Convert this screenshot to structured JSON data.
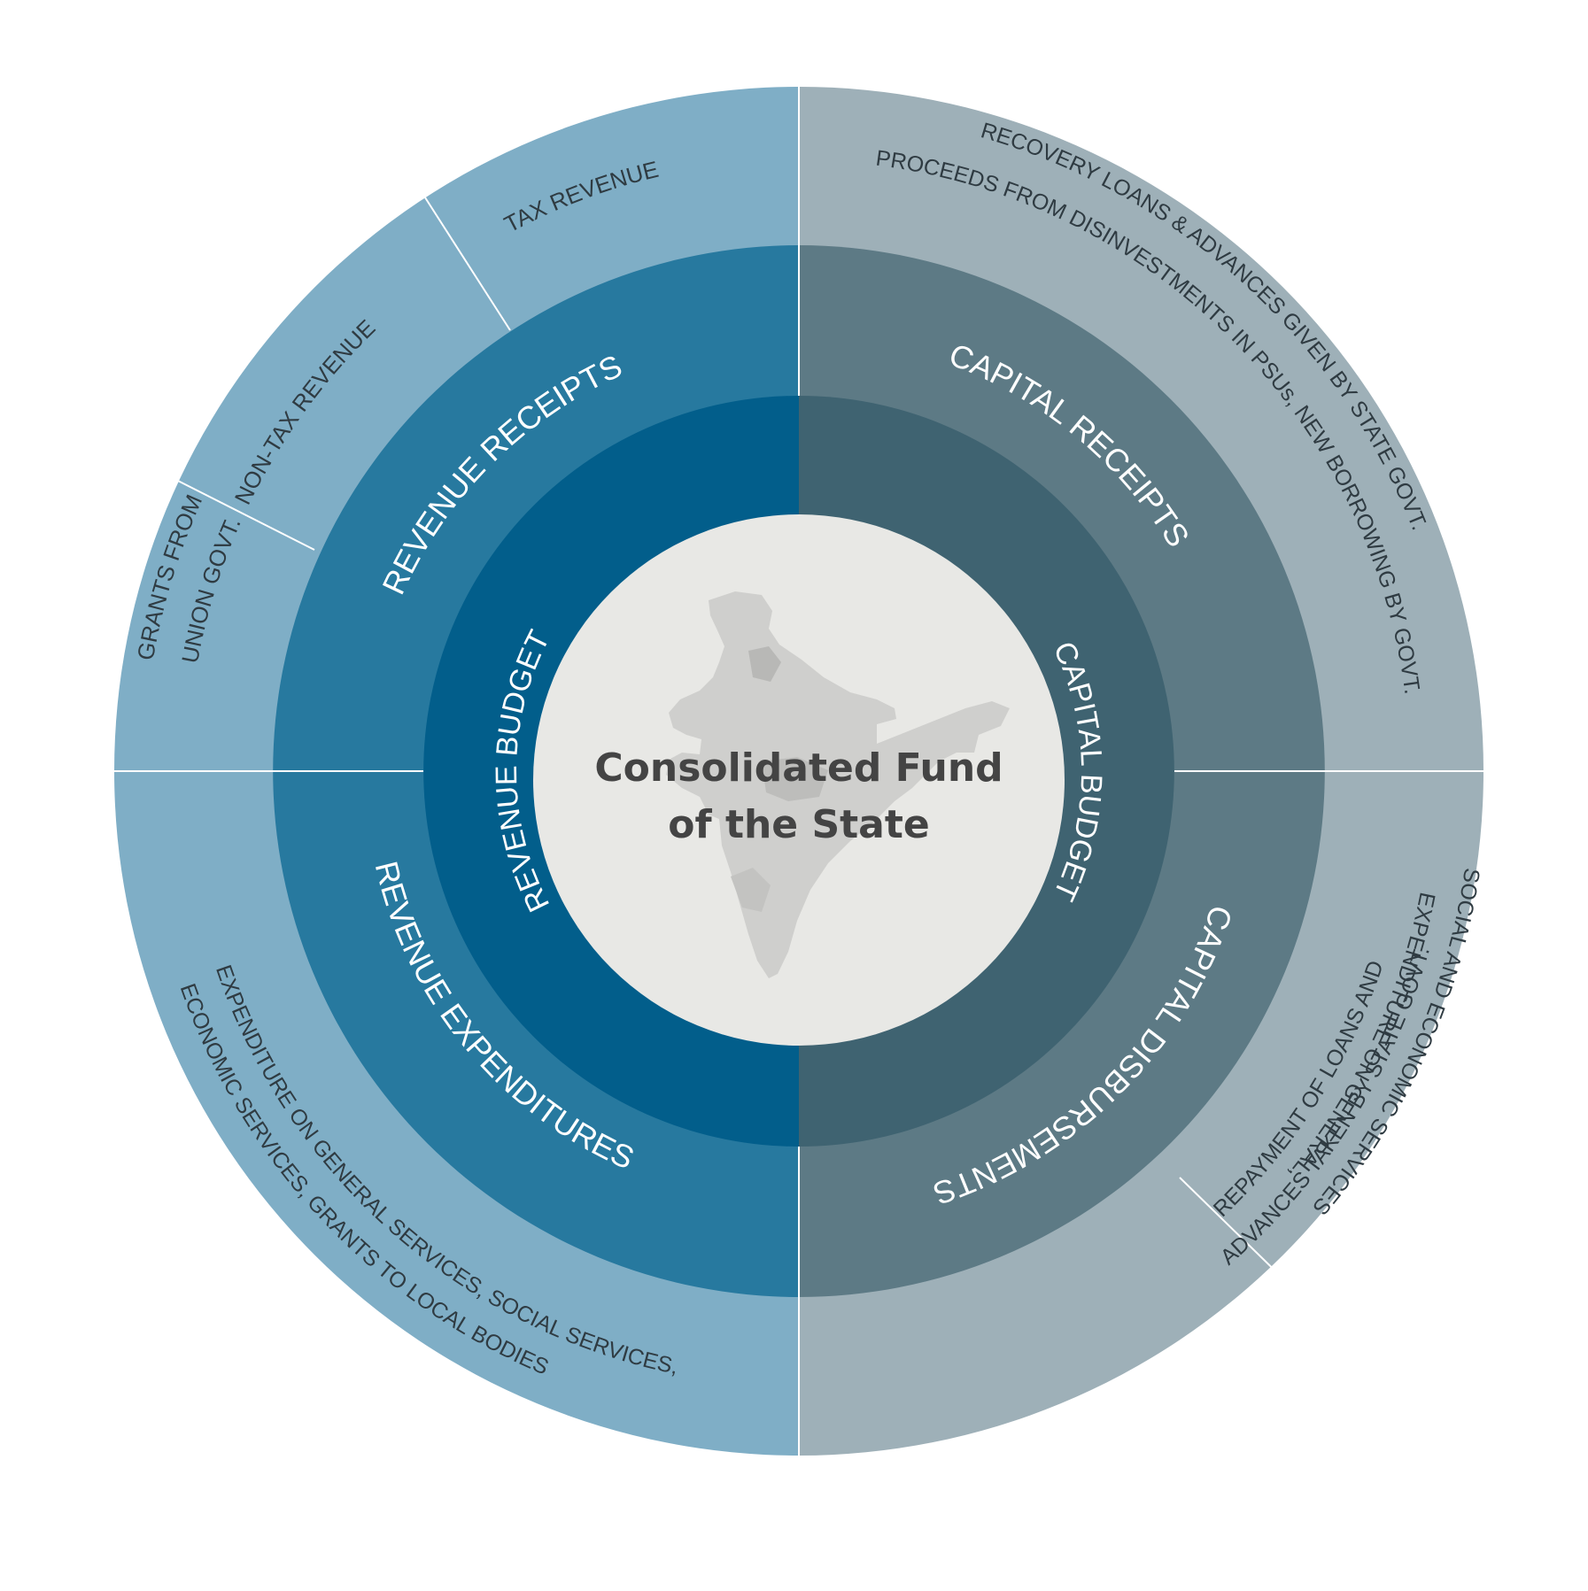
{
  "center": {
    "title_line1": "Consolidated Fund",
    "title_line2": "of the State"
  },
  "inner_ring": {
    "left": "REVENUE  BUDGET",
    "right": "CAPITAL  BUDGET"
  },
  "middle_ring": {
    "top_left": "REVENUE RECEIPTS",
    "bottom_left": "REVENUE  EXPENDITURES",
    "top_right": "CAPITAL RECEIPTS",
    "bottom_right": "CAPITAL  DISBURSEMENTS"
  },
  "outer_ring": {
    "tax_revenue": "TAX REVENUE",
    "non_tax_revenue": "NON-TAX REVENUE",
    "grants_line1": "GRANTS FROM",
    "grants_line2": "UNION GOVT.",
    "rev_exp_line1": "EXPENDITURE ON GENERAL SERVICES, SOCIAL SERVICES,",
    "rev_exp_line2": "ECONOMIC SERVICES, GRANTS TO LOCAL BODIES",
    "cap_rec_line1": "RECOVERY LOANS & ADVANCES GIVEN BY STATE GOVT.",
    "cap_rec_line2": "PROCEEDS FROM DISINVESTMENTS IN PSUs,  NEW BORROWING BY GOVT.",
    "cap_exp_line1": "EXPENDITURE ON GENERAL,",
    "cap_exp_line2": "SOCIAL AND ECONOMIC SERVICES",
    "repay_line1": "REPAYMENT OF LOANS AND",
    "repay_line2": "ADVANCES TAKEN BY STATE GOVT."
  },
  "colors": {
    "rev_outer": "#7faec6",
    "rev_middle": "#27799f",
    "rev_inner": "#025e8b",
    "cap_outer": "#9eb0b8",
    "cap_middle": "#5d7a85",
    "cap_inner": "#3f6371",
    "center": "#e8e8e5",
    "map": "#cfcfcd"
  }
}
